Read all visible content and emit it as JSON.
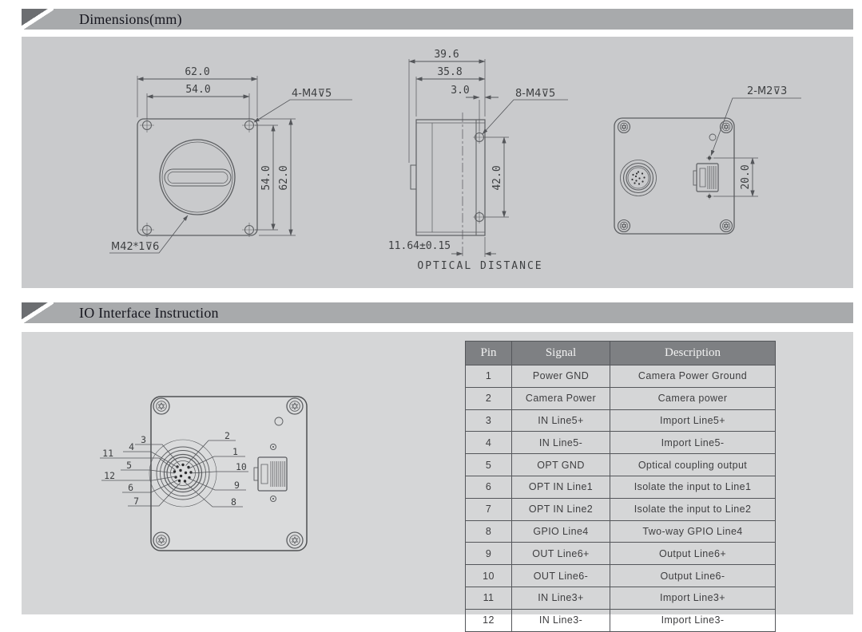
{
  "sections": {
    "dimensions": {
      "title": "Dimensions(mm)"
    },
    "io": {
      "title": "IO Interface Instruction"
    }
  },
  "drawings": {
    "front_view": {
      "dim_outer_width": "62.0",
      "dim_hole_width": "54.0",
      "label_screws": "4-M4⊽5",
      "dim_hole_height": "54.0",
      "dim_outer_height": "62.0",
      "label_mount": "M42*1⊽6"
    },
    "side_view": {
      "dim_depth_total": "39.6",
      "dim_depth_body": "35.8",
      "dim_hole_offset": "3.0",
      "label_screws": "8-M4⊽5",
      "dim_hole_spacing": "42.0",
      "dim_optical": "11.64±0.15",
      "label_optical": "OPTICAL DISTANCE"
    },
    "rear_view": {
      "label_screws": "2-M2⊽3",
      "dim_port_spacing": "20.0"
    }
  },
  "io_drawing": {
    "pin_labels_left": [
      "3",
      "4",
      "11",
      "5",
      "12",
      "6",
      "7"
    ],
    "pin_labels_right": [
      "2",
      "1",
      "10",
      "9",
      "8"
    ]
  },
  "io_table": {
    "headers": [
      "Pin",
      "Signal",
      "Description"
    ],
    "rows": [
      {
        "pin": "1",
        "signal": "Power GND",
        "description": "Camera Power Ground"
      },
      {
        "pin": "2",
        "signal": "Camera Power",
        "description": "Camera power"
      },
      {
        "pin": "3",
        "signal": "IN Line5+",
        "description": "Import Line5+"
      },
      {
        "pin": "4",
        "signal": "IN Line5-",
        "description": "Import Line5-"
      },
      {
        "pin": "5",
        "signal": "OPT GND",
        "description": "Optical coupling output"
      },
      {
        "pin": "6",
        "signal": "OPT IN Line1",
        "description": "Isolate the input to Line1"
      },
      {
        "pin": "7",
        "signal": "OPT IN Line2",
        "description": "Isolate the input to Line2"
      },
      {
        "pin": "8",
        "signal": "GPIO Line4",
        "description": "Two-way GPIO Line4"
      },
      {
        "pin": "9",
        "signal": "OUT Line6+",
        "description": "Output Line6+"
      },
      {
        "pin": "10",
        "signal": "OUT Line6-",
        "description": "Output Line6-"
      },
      {
        "pin": "11",
        "signal": "IN Line3+",
        "description": "Import Line3+"
      },
      {
        "pin": "12",
        "signal": "IN Line3-",
        "description": "Import Line3-"
      }
    ]
  }
}
